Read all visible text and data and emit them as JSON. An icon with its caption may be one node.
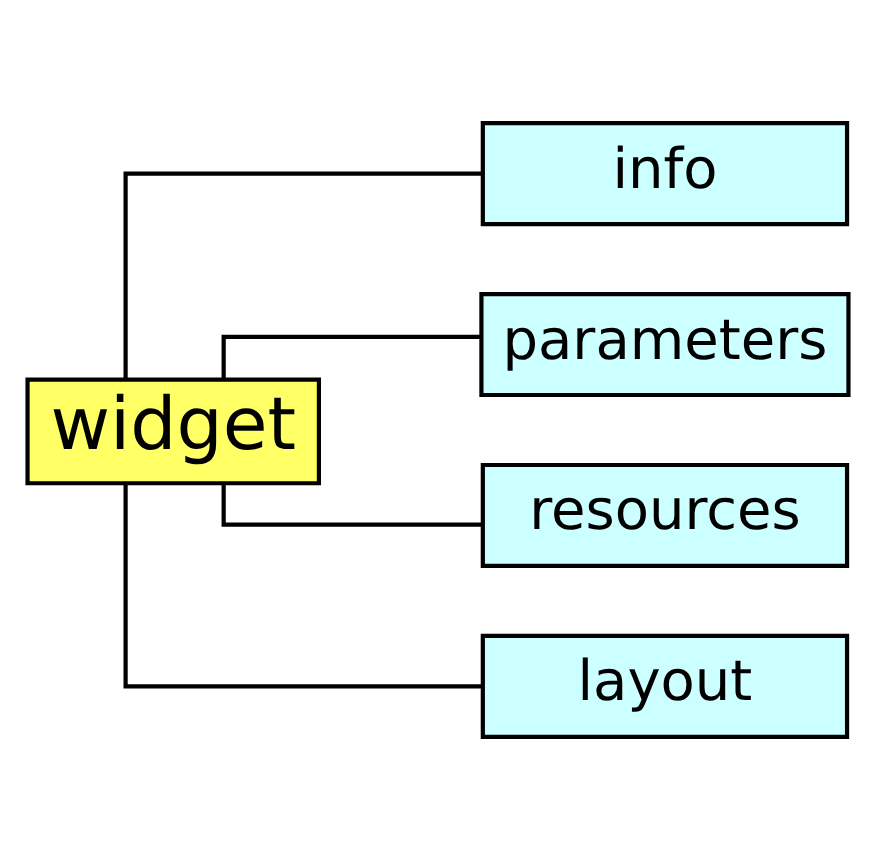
{
  "diagram": {
    "nodes": [
      {
        "text": [
          "widget"
        ]
      },
      {
        "text": [
          "info"
        ]
      },
      {
        "text": [
          "parameters"
        ]
      },
      {
        "text": [
          "resources"
        ]
      },
      {
        "text": [
          "layout"
        ]
      }
    ],
    "edges": [
      {
        "from": 0,
        "to": 1,
        "arrow": "none"
      },
      {
        "from": 0,
        "to": 2,
        "arrow": "none"
      },
      {
        "from": 0,
        "to": 3,
        "arrow": "none"
      },
      {
        "from": 0,
        "to": 4,
        "arrow": "none"
      }
    ]
  }
}
